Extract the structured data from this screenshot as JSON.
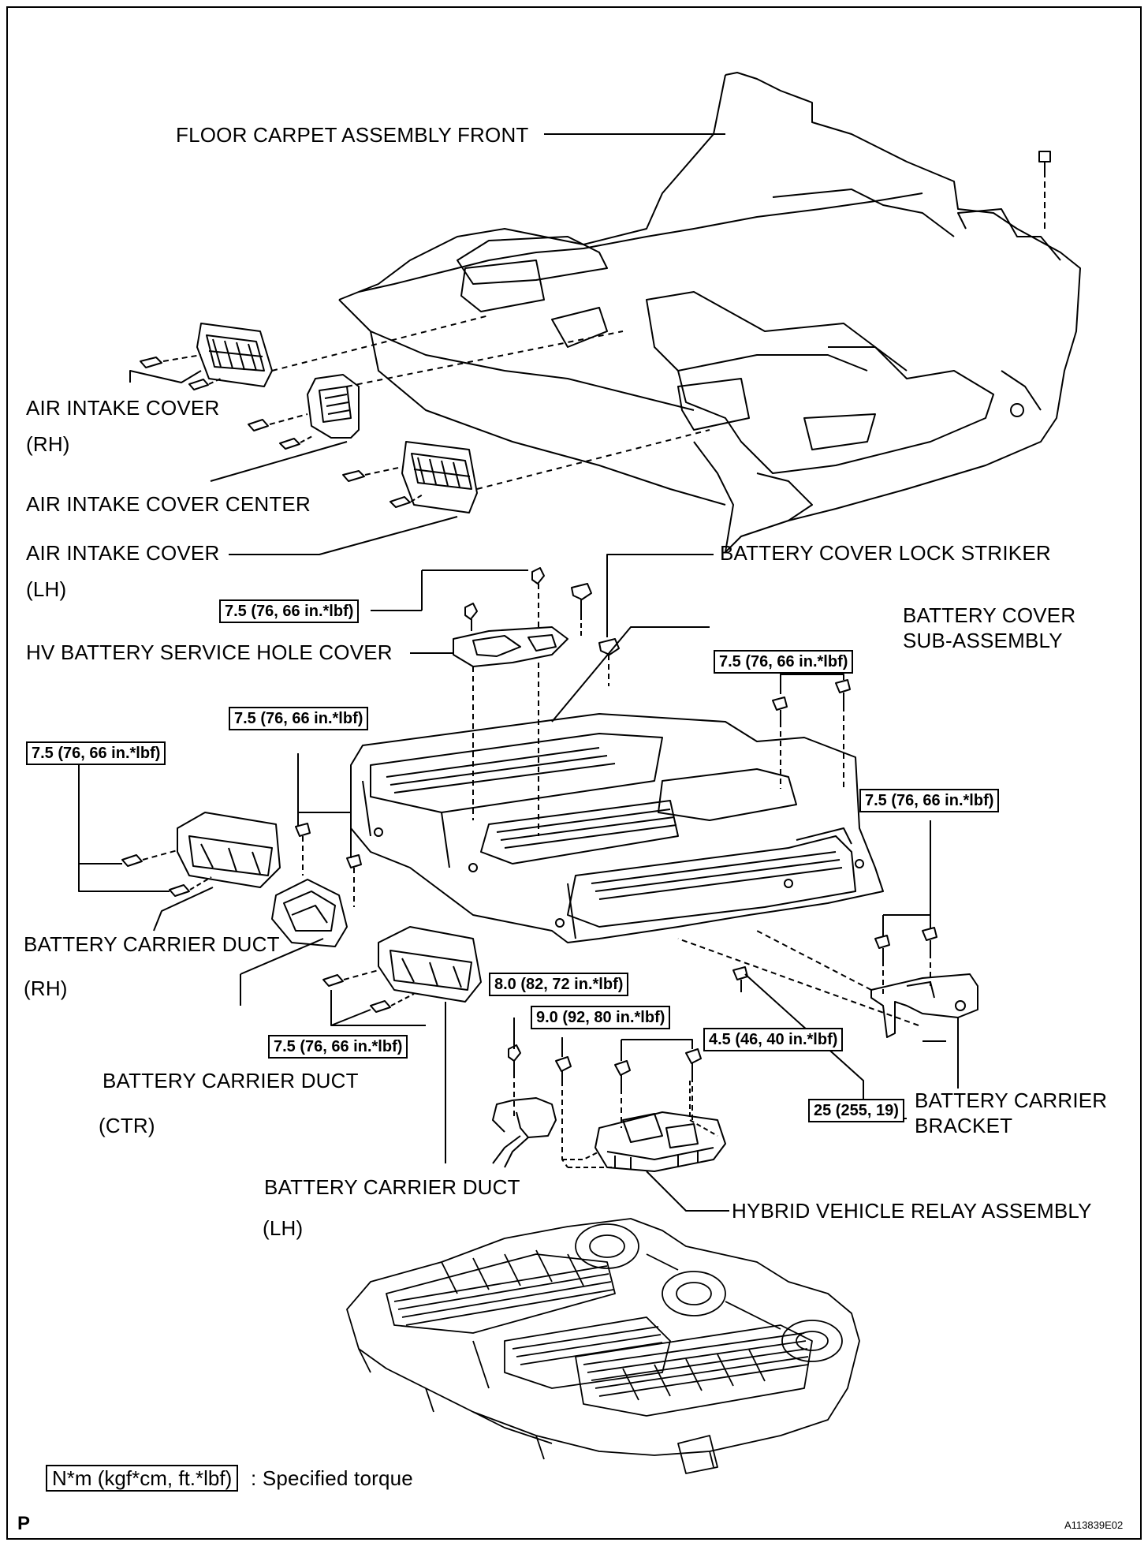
{
  "labels": {
    "floor_carpet": "FLOOR CARPET ASSEMBLY FRONT",
    "air_intake_rh": "AIR INTAKE COVER",
    "air_intake_rh_side": "(RH)",
    "air_intake_center": "AIR INTAKE COVER CENTER",
    "air_intake_lh": "AIR INTAKE COVER",
    "air_intake_lh_side": "(LH)",
    "battery_cover_lock_striker": "BATTERY COVER LOCK STRIKER",
    "hv_service_hole_cover": "HV BATTERY SERVICE HOLE COVER",
    "battery_cover_sub_1": "BATTERY COVER",
    "battery_cover_sub_2": "SUB-ASSEMBLY",
    "carrier_duct_rh": "BATTERY CARRIER DUCT",
    "carrier_duct_rh_side": "(RH)",
    "carrier_duct_ctr": "BATTERY CARRIER DUCT",
    "carrier_duct_ctr_side": "(CTR)",
    "carrier_duct_lh": "BATTERY CARRIER DUCT",
    "carrier_duct_lh_side": "(LH)",
    "carrier_bracket_1": "BATTERY CARRIER",
    "carrier_bracket_2": "BRACKET",
    "relay_assembly": "HYBRID VEHICLE RELAY ASSEMBLY"
  },
  "torques": {
    "service_hole": "7.5 (76, 66 in.*lbf)",
    "cover_sub_right": "7.5 (76, 66 in.*lbf)",
    "duct_rh_upper": "7.5 (76, 66 in.*lbf)",
    "duct_rh_left": "7.5 (76, 66 in.*lbf)",
    "bracket": "7.5 (76, 66 in.*lbf)",
    "duct_ctr": "7.5 (76, 66 in.*lbf)",
    "relay_left": "8.0 (82, 72 in.*lbf)",
    "relay_mid": "9.0 (92, 80 in.*lbf)",
    "relay_right": "4.5 (46, 40 in.*lbf)",
    "carrier_bracket": "25 (255, 19)"
  },
  "legend": {
    "box": "N*m (kgf*cm, ft.*lbf)",
    "text": ": Specified torque"
  },
  "page_mark": "P",
  "figure_code": "A113839E02"
}
